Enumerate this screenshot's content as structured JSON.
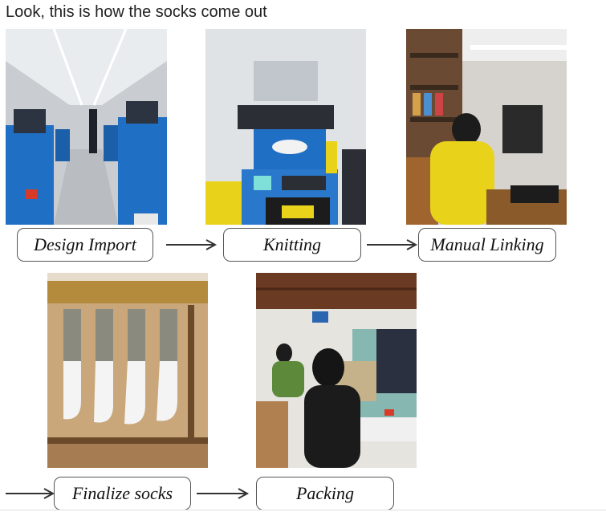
{
  "headline": "Look, this is how the socks come out",
  "steps": {
    "design_import": "Design Import",
    "knitting": "Knitting",
    "manual_linking": "Manual Linking",
    "finalize_socks": "Finalize socks",
    "packing": "Packing"
  },
  "colors": {
    "machine_blue": "#1f6fc4",
    "jacket_yellow": "#e8d21a",
    "box_border": "#555555",
    "arrow": "#333333"
  }
}
